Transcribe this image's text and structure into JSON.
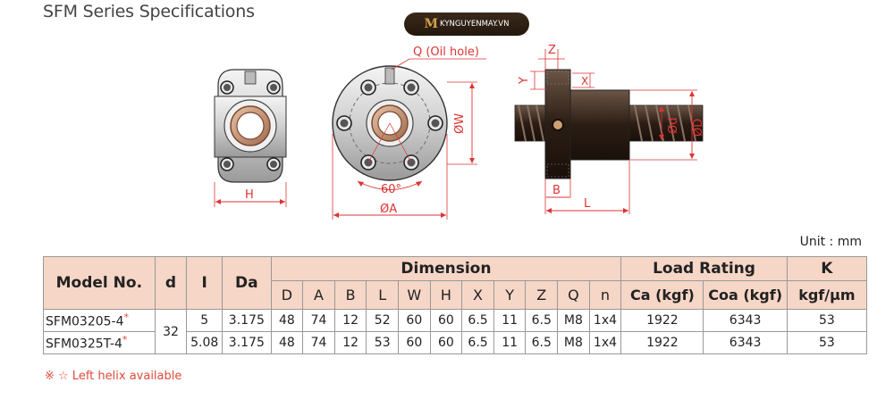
{
  "title": "SFM Series Specifications",
  "logo": {
    "mark": "M",
    "text": "KYNGUYENMAY.VN"
  },
  "drawing_labels": {
    "H": "H",
    "Q": "Q (Oil hole)",
    "W": "ØW",
    "angle": "60°",
    "A": "ØA",
    "Z": "Z",
    "Y": "Y",
    "X": "X",
    "d": "Ød",
    "D": "ØD",
    "B": "B",
    "L": "L"
  },
  "unit": "Unit : mm",
  "table": {
    "headers": {
      "model": "Model No.",
      "d": "d",
      "I": "I",
      "Da": "Da",
      "dimension": "Dimension",
      "load_rating": "Load Rating",
      "K": "K",
      "K_unit": "kgf/μm",
      "dims": [
        "D",
        "A",
        "B",
        "L",
        "W",
        "H",
        "X",
        "Y",
        "Z",
        "Q",
        "n"
      ],
      "loads": [
        "Ca (kgf)",
        "Coa (kgf)"
      ]
    },
    "shared_d": "32",
    "rows": [
      {
        "model": "SFM03205-4",
        "star": "*",
        "I": "5",
        "Da": "3.175",
        "D": "48",
        "A": "74",
        "B": "12",
        "L": "52",
        "W": "60",
        "H": "60",
        "X": "6.5",
        "Y": "11",
        "Z": "6.5",
        "Q": "M8",
        "n": "1x4",
        "Ca": "1922",
        "Coa": "6343",
        "K": "53"
      },
      {
        "model": "SFM0325T-4",
        "star": "*",
        "I": "5.08",
        "Da": "3.175",
        "D": "48",
        "A": "74",
        "B": "12",
        "L": "53",
        "W": "60",
        "H": "60",
        "X": "6.5",
        "Y": "11",
        "Z": "6.5",
        "Q": "M8",
        "n": "1x4",
        "Ca": "1922",
        "Coa": "6343",
        "K": "53"
      }
    ]
  },
  "note": "※ ☆ Left helix available"
}
